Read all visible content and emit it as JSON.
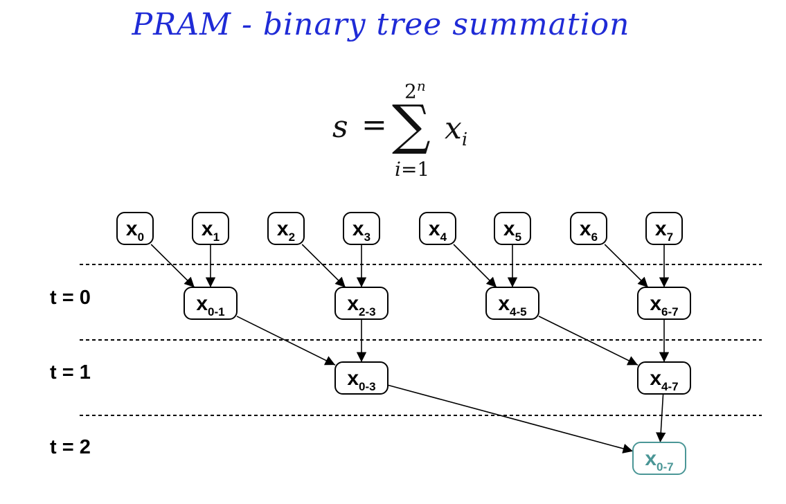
{
  "title": "PRAM - binary tree summation",
  "formula": {
    "lhs": "s",
    "equals": "=",
    "sigma": "∑",
    "upper_base": "2",
    "upper_exp": "n",
    "lower_var": "i",
    "lower_eq": "=1",
    "term_base": "x",
    "term_sub": "i"
  },
  "time_labels": [
    "t = 0",
    "t = 1",
    "t = 2"
  ],
  "nodes": [
    {
      "id": "x0",
      "base": "x",
      "sub": "0"
    },
    {
      "id": "x1",
      "base": "x",
      "sub": "1"
    },
    {
      "id": "x2",
      "base": "x",
      "sub": "2"
    },
    {
      "id": "x3",
      "base": "x",
      "sub": "3"
    },
    {
      "id": "x4",
      "base": "x",
      "sub": "4"
    },
    {
      "id": "x5",
      "base": "x",
      "sub": "5"
    },
    {
      "id": "x6",
      "base": "x",
      "sub": "6"
    },
    {
      "id": "x7",
      "base": "x",
      "sub": "7"
    },
    {
      "id": "x01",
      "base": "x",
      "sub": "0-1"
    },
    {
      "id": "x23",
      "base": "x",
      "sub": "2-3"
    },
    {
      "id": "x45",
      "base": "x",
      "sub": "4-5"
    },
    {
      "id": "x67",
      "base": "x",
      "sub": "6-7"
    },
    {
      "id": "x03",
      "base": "x",
      "sub": "0-3"
    },
    {
      "id": "x47",
      "base": "x",
      "sub": "4-7"
    },
    {
      "id": "x07",
      "base": "x",
      "sub": "0-7"
    }
  ],
  "edges": [
    [
      "x0",
      "x01"
    ],
    [
      "x1",
      "x01"
    ],
    [
      "x2",
      "x23"
    ],
    [
      "x3",
      "x23"
    ],
    [
      "x4",
      "x45"
    ],
    [
      "x5",
      "x45"
    ],
    [
      "x6",
      "x67"
    ],
    [
      "x7",
      "x67"
    ],
    [
      "x01",
      "x03"
    ],
    [
      "x23",
      "x03"
    ],
    [
      "x45",
      "x47"
    ],
    [
      "x67",
      "x47"
    ],
    [
      "x03",
      "x07"
    ],
    [
      "x47",
      "x07"
    ]
  ],
  "colors": {
    "title": "#1f2bd6",
    "final_node": "#4a9696"
  }
}
